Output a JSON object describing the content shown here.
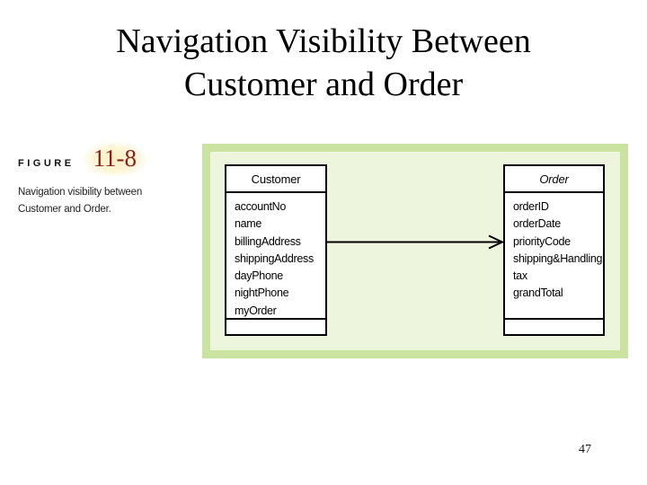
{
  "slide": {
    "title_line1": "Navigation Visibility Between",
    "title_line2": "Customer and Order",
    "page_number": "47"
  },
  "figure_label": {
    "prefix": "FIGURE",
    "number": "11-8",
    "caption_line1": "Navigation visibility between",
    "caption_line2": "Customer and Order."
  },
  "diagram": {
    "classes": [
      {
        "name": "Customer",
        "attributes": [
          "accountNo",
          "name",
          "billingAddress",
          "shippingAddress",
          "dayPhone",
          "nightPhone",
          "myOrder"
        ]
      },
      {
        "name": "Order",
        "attributes": [
          "orderID",
          "orderDate",
          "priorityCode",
          "shipping&Handling",
          "tax",
          "grandTotal"
        ]
      }
    ],
    "connector": {
      "from": "Customer",
      "to": "Order",
      "type": "navigation-arrow"
    }
  },
  "colors": {
    "frame_border": "#cbe3a1",
    "frame_fill": "#edf6dc",
    "figure_number_red": "#8b1e1e",
    "figure_glow": "#fcf1c4",
    "box_fill": "#ffffff",
    "box_border": "#000000"
  }
}
